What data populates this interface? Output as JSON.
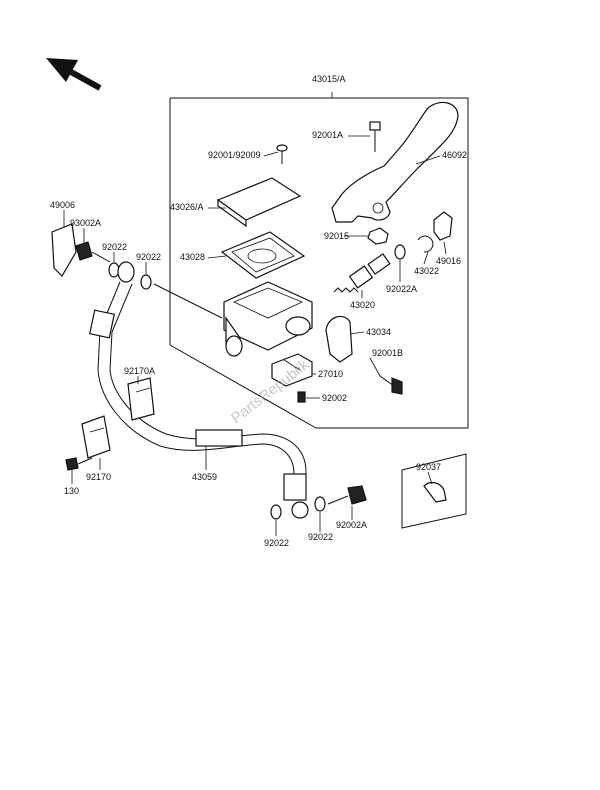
{
  "labels": {
    "assembly_top": "43015/A",
    "screw_lever": "92001A",
    "screw_cap": "92001/92009",
    "lever": "46092",
    "cap": "43026/A",
    "diaphragm": "43028",
    "nut": "92015",
    "circlip": "43022",
    "boot": "49016",
    "piston_kit": "43020",
    "washer_a": "92022A",
    "bracket": "43034",
    "bolt_b": "92001B",
    "switch": "27010",
    "switch_screw": "92002",
    "cap_bleeder": "49006",
    "banjo_top": "93002A",
    "washer_1": "92022",
    "washer_2": "92022",
    "clamp_a": "92170A",
    "clamp": "92170",
    "bolt_130": "130",
    "hose": "43059",
    "washer_3": "92022",
    "washer_4": "92022",
    "banjo_bottom": "92002A",
    "clip": "92037"
  },
  "watermark": "PartsRepublik",
  "icons": [
    "direction-arrow-icon"
  ]
}
